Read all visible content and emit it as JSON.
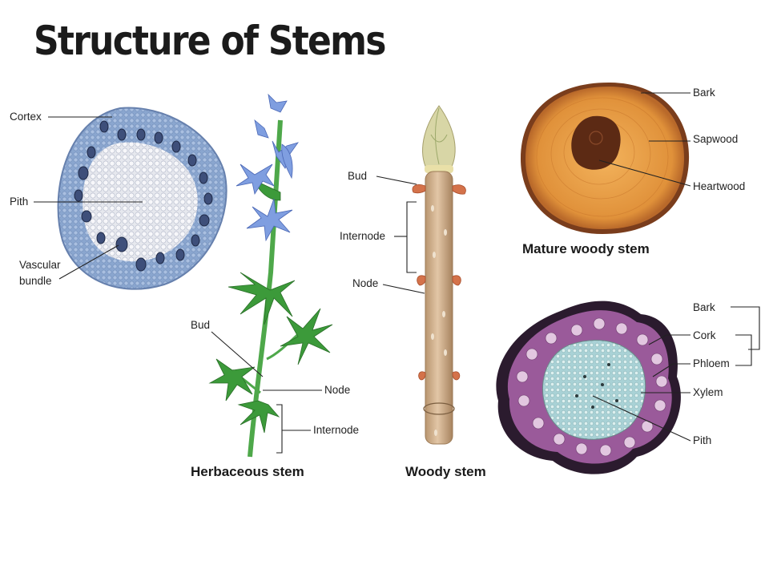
{
  "title": "Structure of Stems",
  "herbaceous_cross_section": {
    "labels": {
      "cortex": "Cortex",
      "pith": "Pith",
      "vascular_line1": "Vascular",
      "vascular_line2": "bundle"
    }
  },
  "herbaceous_stem": {
    "caption": "Herbaceous stem",
    "labels": {
      "bud": "Bud",
      "node": "Node",
      "internode": "Internode"
    }
  },
  "woody_stem": {
    "caption": "Woody stem",
    "labels": {
      "bud": "Bud",
      "internode": "Internode",
      "node": "Node"
    }
  },
  "mature_woody_stem": {
    "caption": "Mature woody stem",
    "labels": {
      "bark": "Bark",
      "sapwood": "Sapwood",
      "heartwood": "Heartwood"
    }
  },
  "woody_cross_section": {
    "labels": {
      "bark": "Bark",
      "cork": "Cork",
      "phloem": "Phloem",
      "xylem": "Xylem",
      "pith": "Pith"
    }
  },
  "colors": {
    "cortex_blue": "#8aa6cf",
    "plant_green": "#3f9a3c",
    "flower_blue": "#7f9ee0",
    "woody_stem": "#cfae8c",
    "heartwood": "#5c2a14",
    "sapwood": "#e0913a",
    "phloem_purple": "#9a5a9a"
  }
}
